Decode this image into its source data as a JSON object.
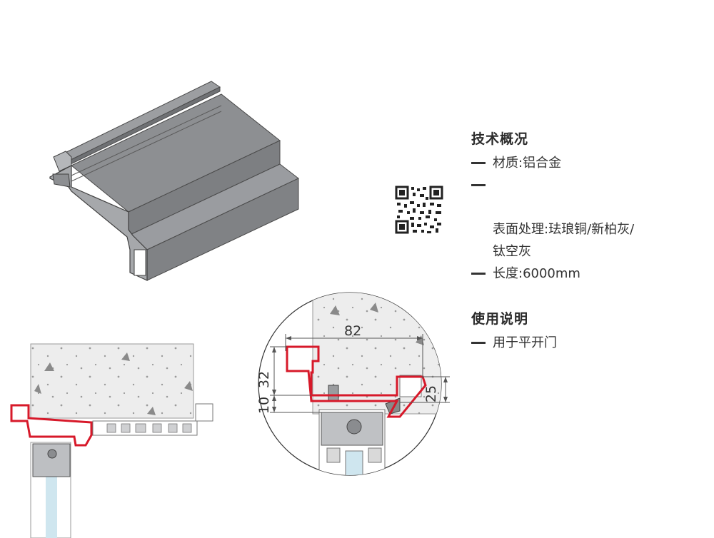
{
  "specs": {
    "title": "技术概况",
    "items": [
      "材质:铝合金",
      "表面处理:珐琅铜/新柏灰/\n钛空灰",
      "长度:6000mm"
    ]
  },
  "usage": {
    "title": "使用说明",
    "items": [
      "用于平开门"
    ]
  },
  "dimensions": {
    "width": "82",
    "height_top": "32",
    "height_bottom": "10",
    "height_right": "25"
  },
  "colors": {
    "profile_gray": "#8a8c8f",
    "highlight_red": "#d7192a",
    "line": "#555555"
  }
}
